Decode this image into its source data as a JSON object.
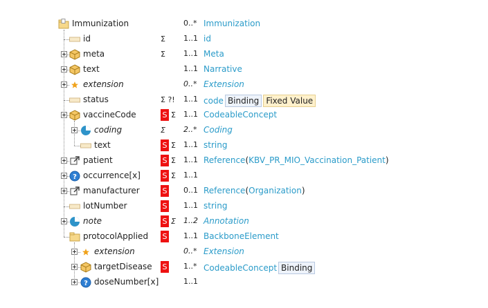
{
  "colors": {
    "type_link": "#2a9bc9",
    "must_support": "#ee1111",
    "binding_badge_bg": "#eef3fb",
    "fixed_badge_bg": "#fff1cc"
  },
  "rows": [
    {
      "name": "Immunization",
      "icon": "resource-folder-icon",
      "italic": false,
      "card": "0..*",
      "type": "Immunization",
      "flags": {}
    },
    {
      "name": "id",
      "icon": "primitive-icon",
      "card": "1..1",
      "type": "id",
      "flags": {
        "sigma": "Σ"
      }
    },
    {
      "name": "meta",
      "icon": "cube-icon",
      "card": "1..1",
      "type": "Meta",
      "flags": {
        "sigma": "Σ"
      }
    },
    {
      "name": "text",
      "icon": "cube-icon",
      "card": "1..1",
      "type": "Narrative",
      "flags": {}
    },
    {
      "name": "extension",
      "icon": "star-extension-icon",
      "italic": true,
      "card": "0..*",
      "type": "Extension",
      "flags": {}
    },
    {
      "name": "status",
      "icon": "primitive-icon",
      "card": "1..1",
      "type": "code",
      "badges": [
        "Binding",
        "Fixed Value"
      ],
      "flags": {
        "sigma": "Σ ?!"
      }
    },
    {
      "name": "vaccineCode",
      "icon": "cube-icon",
      "card": "1..1",
      "type": "CodeableConcept",
      "flags": {
        "s": "S",
        "sigma": "Σ"
      }
    },
    {
      "name": "coding",
      "icon": "slice-pie-icon",
      "italic": true,
      "card": "2..*",
      "type": "Coding",
      "flags": {
        "sigma": "Σ"
      }
    },
    {
      "name": "text",
      "icon": "primitive-icon",
      "card": "1..1",
      "type": "string",
      "flags": {
        "s": "S",
        "sigma": "Σ"
      }
    },
    {
      "name": "patient",
      "icon": "reference-arrow-icon",
      "card": "1..1",
      "type": "Reference",
      "type_target": "KBV_PR_MIO_Vaccination_Patient",
      "flags": {
        "s": "S",
        "sigma": "Σ"
      }
    },
    {
      "name": "occurrence[x]",
      "icon": "choice-question-icon",
      "card": "1..1",
      "type": "",
      "flags": {
        "s": "S",
        "sigma": "Σ"
      }
    },
    {
      "name": "manufacturer",
      "icon": "reference-arrow-icon",
      "card": "0..1",
      "type": "Reference",
      "type_target": "Organization",
      "flags": {
        "s": "S"
      }
    },
    {
      "name": "lotNumber",
      "icon": "primitive-icon",
      "card": "1..1",
      "type": "string",
      "flags": {
        "s": "S"
      }
    },
    {
      "name": "note",
      "icon": "slice-pie-icon",
      "italic": true,
      "card": "1..2",
      "type": "Annotation",
      "flags": {
        "s": "S",
        "sigma": "Σ"
      }
    },
    {
      "name": "protocolApplied",
      "icon": "backbone-folder-icon",
      "card": "1..1",
      "type": "BackboneElement",
      "flags": {
        "s": "S"
      }
    },
    {
      "name": "extension",
      "icon": "star-extension-icon",
      "italic": true,
      "card": "0..*",
      "type": "Extension",
      "flags": {}
    },
    {
      "name": "targetDisease",
      "icon": "cube-icon",
      "card": "1..*",
      "type": "CodeableConcept",
      "badges": [
        "Binding"
      ],
      "flags": {
        "s": "S"
      }
    },
    {
      "name": "doseNumber[x]",
      "icon": "choice-question-icon",
      "card": "1..1",
      "type": "",
      "flags": {}
    }
  ]
}
